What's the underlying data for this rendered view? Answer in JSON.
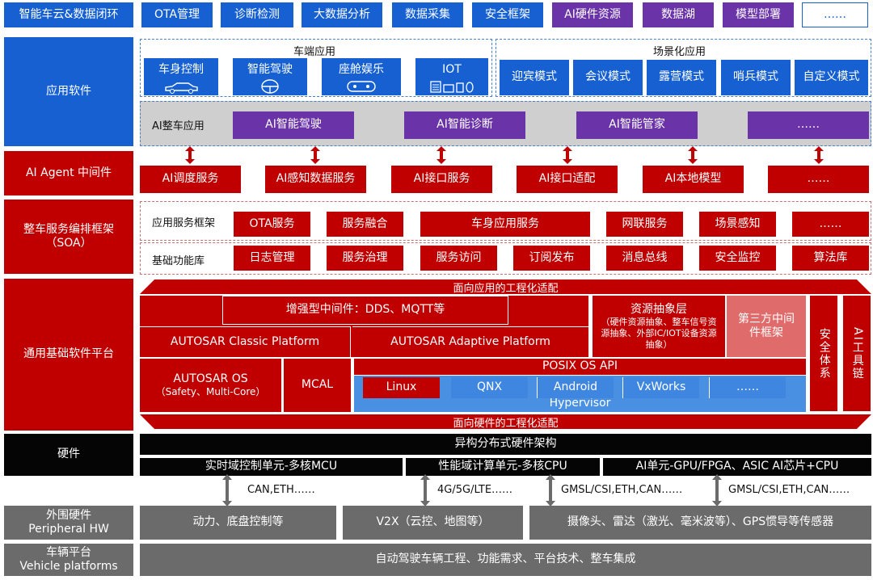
{
  "top_row": [
    "智能车云&数据闭环",
    "OTA管理",
    "诊断检测",
    "大数据分析",
    "数据采集",
    "安全框架",
    "AI硬件资源",
    "数据湖",
    "模型部署",
    "……"
  ],
  "left": {
    "app_software": "应用软件",
    "ai_agent": "AI Agent 中间件",
    "soa": "整车服务编排框架\n（SOA）",
    "base_platform": "通用基础软件平台",
    "hardware": "硬件",
    "peripheral": "外围硬件\nPeripheral HW",
    "vehicle": "车辆平台\nVehicle platforms"
  },
  "vehicle_apps": {
    "title": "车端应用",
    "items": [
      "车身控制",
      "智能驾驶",
      "座舱娱乐",
      "IOT"
    ]
  },
  "scene_apps": {
    "title": "场景化应用",
    "items": [
      "迎宾模式",
      "会议模式",
      "露营模式",
      "哨兵模式",
      "自定义模式"
    ]
  },
  "ai_vehicle": {
    "label": "AI整车应用",
    "items": [
      "AI智能驾驶",
      "AI智能诊断",
      "AI智能管家",
      "……"
    ]
  },
  "agent_items": [
    "AI调度服务",
    "AI感知数据服务",
    "AI接口服务",
    "AI接口适配",
    "AI本地模型",
    "……"
  ],
  "soa_app": {
    "label": "应用服务框架",
    "items": [
      "OTA服务",
      "服务融合",
      "车身应用服务",
      "网联服务",
      "场景感知",
      "……"
    ]
  },
  "soa_base": {
    "label": "基础功能库",
    "items": [
      "日志管理",
      "服务治理",
      "服务访问",
      "订阅发布",
      "消息总线",
      "安全监控",
      "算法库"
    ]
  },
  "platform": {
    "app_adapt": "面向应用的工程化适配",
    "enhanced_mw": "增强型中间件：DDS、MQTT等",
    "classic": "AUTOSAR Classic Platform",
    "adaptive": "AUTOSAR Adaptive Platform",
    "resource_title": "资源抽象层",
    "resource_desc": "（硬件资源抽象、整车信号资源抽象、外部IC/IOT设备资源抽象）",
    "third_party": "第三方中间件框架",
    "security": "安全体系",
    "ai_tools": "AI工具链",
    "autosar_os": "AUTOSAR OS",
    "autosar_os_sub": "（Safety、Multi-Core）",
    "mcal": "MCAL",
    "posix": "POSIX OS API",
    "os_list": [
      "Linux",
      "QNX",
      "Android",
      "VxWorks",
      "……"
    ],
    "hypervisor": "Hypervisor",
    "hw_adapt": "面向硬件的工程化适配"
  },
  "hardware": {
    "arch": "异构分布式硬件架构",
    "units": [
      "实时域控制单元-多核MCU",
      "性能域计算单元-多核CPU",
      "AI单元-GPU/FPGA、ASIC AI芯片+CPU"
    ]
  },
  "interfaces": [
    "CAN,ETH……",
    "4G/5G/LTE……",
    "GMSL/CSI,ETH,CAN……",
    "GMSL/CSI,ETH,CAN……"
  ],
  "peripheral_items": [
    "动力、底盘控制等",
    "V2X（云控、地图等）",
    "摄像头、雷达（激光、毫米波等）、GPS惯导等传感器"
  ],
  "vehicle_desc": "自动驾驶车辆工程、功能需求、平台技术、整车集成",
  "colors": {
    "blue": "#1660d2",
    "purple": "#6a34a8",
    "red": "#c00000",
    "black": "#050505",
    "gray": "#6b6b6b"
  }
}
